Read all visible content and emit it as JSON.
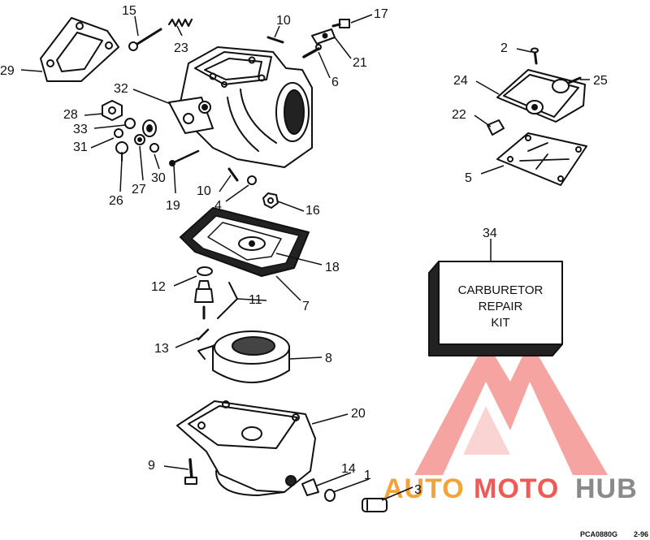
{
  "diagram": {
    "callouts": [
      {
        "id": "15",
        "label": "15"
      },
      {
        "id": "23",
        "label": "23"
      },
      {
        "id": "10a",
        "label": "10"
      },
      {
        "id": "17",
        "label": "17"
      },
      {
        "id": "21",
        "label": "21"
      },
      {
        "id": "6",
        "label": "6"
      },
      {
        "id": "29",
        "label": "29"
      },
      {
        "id": "32",
        "label": "32"
      },
      {
        "id": "28",
        "label": "28"
      },
      {
        "id": "33",
        "label": "33"
      },
      {
        "id": "31",
        "label": "31"
      },
      {
        "id": "26",
        "label": "26"
      },
      {
        "id": "27",
        "label": "27"
      },
      {
        "id": "30",
        "label": "30"
      },
      {
        "id": "19",
        "label": "19"
      },
      {
        "id": "10b",
        "label": "10"
      },
      {
        "id": "4",
        "label": "4"
      },
      {
        "id": "16",
        "label": "16"
      },
      {
        "id": "2",
        "label": "2"
      },
      {
        "id": "24",
        "label": "24"
      },
      {
        "id": "25",
        "label": "25"
      },
      {
        "id": "22",
        "label": "22"
      },
      {
        "id": "5",
        "label": "5"
      },
      {
        "id": "34",
        "label": "34"
      },
      {
        "id": "18",
        "label": "18"
      },
      {
        "id": "7",
        "label": "7"
      },
      {
        "id": "12",
        "label": "12"
      },
      {
        "id": "11",
        "label": "11"
      },
      {
        "id": "13",
        "label": "13"
      },
      {
        "id": "8",
        "label": "8"
      },
      {
        "id": "20",
        "label": "20"
      },
      {
        "id": "9",
        "label": "9"
      },
      {
        "id": "14",
        "label": "14"
      },
      {
        "id": "1",
        "label": "1"
      },
      {
        "id": "3",
        "label": "3"
      }
    ],
    "kit_box": {
      "line1": "CARBURETOR",
      "line2": "REPAIR",
      "line3": "KIT"
    },
    "reference_code": "PCA0880G",
    "reference_date": "2-96"
  },
  "watermark": {
    "part1": "AUTO",
    "part2": "MOTO",
    "part3": "HUB",
    "color_orange": "#f2a43a",
    "color_red": "#ee5a55",
    "color_gray": "#8a8a8a"
  }
}
